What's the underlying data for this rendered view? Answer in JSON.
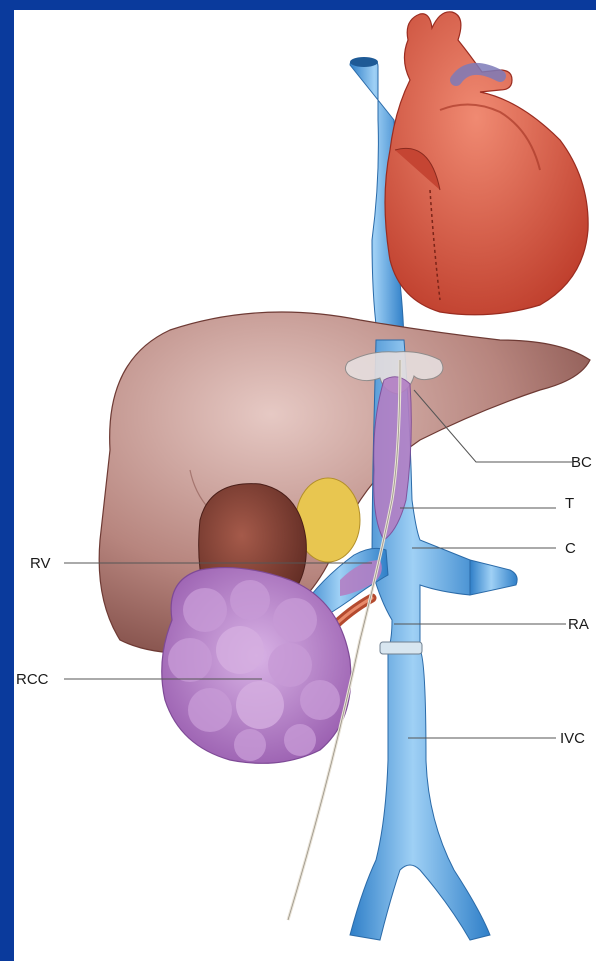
{
  "labels": {
    "bc": "BC",
    "t": "T",
    "c": "C",
    "ra": "RA",
    "ivc": "IVC",
    "rv": "RV",
    "rcc": "RCC"
  },
  "colors": {
    "frame": "#0a3a9c",
    "heart": "#d9553f",
    "vein": "#5aa6e0",
    "liver": "#a6706a",
    "tumor": "#b27fc4",
    "gallbladder": "#e8c650",
    "leader": "#555555"
  }
}
